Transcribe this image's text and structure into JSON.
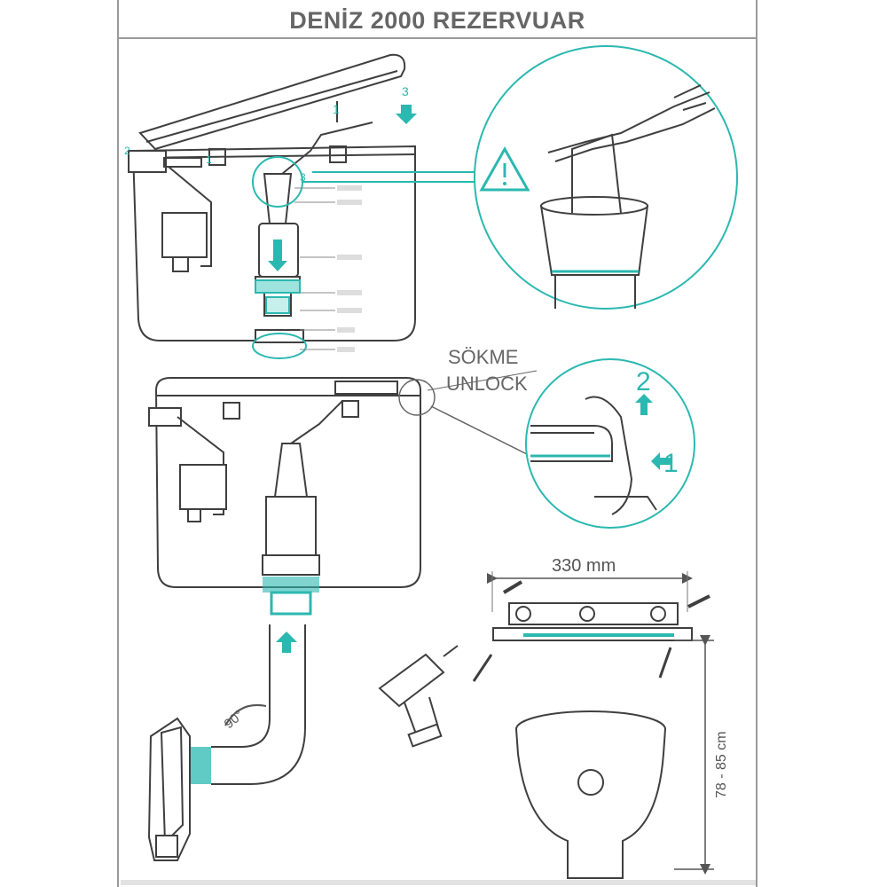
{
  "header": {
    "title": "DENİZ 2000 REZERVUAR"
  },
  "unlock": {
    "line1": "SÖKME",
    "line2": "UNLOCK"
  },
  "steps": {
    "s1": "1",
    "s2": "2",
    "s3": "3",
    "t1": "1",
    "t2": "2",
    "t3": "3",
    "u1": "1",
    "u2": "2"
  },
  "dimensions": {
    "width": "330 mm",
    "height": "78 - 85 cm",
    "angle": "90°"
  },
  "colors": {
    "accent": "#2bb8b0",
    "line": "#4a4a4a"
  },
  "icons": {
    "warning": "warning-triangle-icon",
    "drill": "drill-icon",
    "arrow": "arrow-up-icon"
  }
}
